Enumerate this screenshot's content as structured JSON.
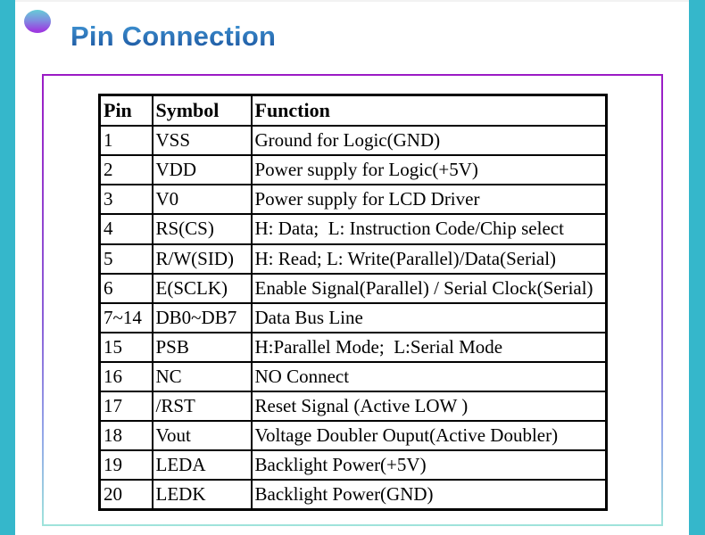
{
  "page": {
    "title": "Pin Connection"
  },
  "colors": {
    "accent_teal": "#35b7cb",
    "frame_border_top": "#9b1bc5",
    "frame_border_bottom": "#9fe3db",
    "title_blue": "#2667b0",
    "table_border": "#000000"
  },
  "table": {
    "headers": {
      "pin": "Pin",
      "symbol": "Symbol",
      "fn": "Function"
    },
    "rows": [
      {
        "pin": "1",
        "symbol": "VSS",
        "fn": "Ground for Logic(GND)"
      },
      {
        "pin": "2",
        "symbol": "VDD",
        "fn": "Power supply for Logic(+5V)"
      },
      {
        "pin": "3",
        "symbol": "V0",
        "fn": "Power supply for LCD Driver"
      },
      {
        "pin": "4",
        "symbol": "RS(CS)",
        "fn": "H: Data;  L: Instruction Code/Chip select"
      },
      {
        "pin": "5",
        "symbol": "R/W(SID)",
        "fn": "H: Read; L: Write(Parallel)/Data(Serial)"
      },
      {
        "pin": "6",
        "symbol": "E(SCLK)",
        "fn": "Enable Signal(Parallel) / Serial Clock(Serial)"
      },
      {
        "pin": "7~14",
        "symbol": "DB0~DB7",
        "fn": "Data Bus Line"
      },
      {
        "pin": "15",
        "symbol": "PSB",
        "fn": "H:Parallel Mode;  L:Serial Mode"
      },
      {
        "pin": "16",
        "symbol": "NC",
        "fn": "NO Connect"
      },
      {
        "pin": "17",
        "symbol": "/RST",
        "fn": "Reset Signal (Active LOW )"
      },
      {
        "pin": "18",
        "symbol": "Vout",
        "fn": "Voltage Doubler Ouput(Active Doubler)"
      },
      {
        "pin": "19",
        "symbol": "LEDA",
        "fn": "Backlight Power(+5V)"
      },
      {
        "pin": "20",
        "symbol": "LEDK",
        "fn": "Backlight Power(GND)"
      }
    ]
  }
}
